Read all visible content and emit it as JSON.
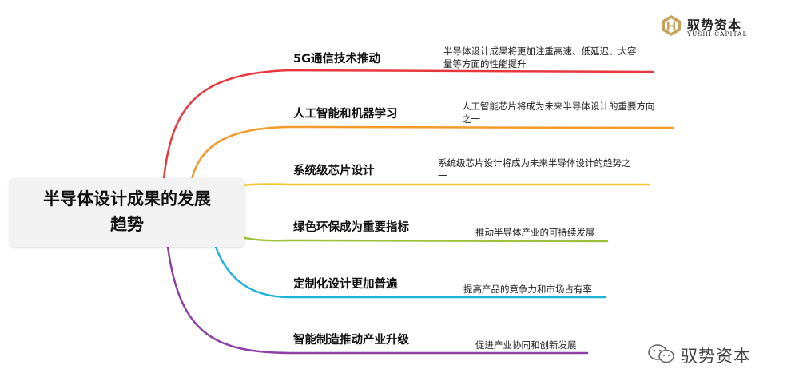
{
  "logo": {
    "name_cn": "驭势资本",
    "name_en": "YUSHI CAPITAL"
  },
  "center_topic": {
    "line1": "半导体设计成果的发展",
    "line2": "趋势"
  },
  "branches": [
    {
      "label": "5G通信技术推动",
      "desc": [
        "半导体设计成果将更加注重高速、低延迟、大容",
        "量等方面的性能提升"
      ],
      "color": "#e8383d"
    },
    {
      "label": "人工智能和机器学习",
      "desc": [
        "人工智能芯片将成为未来半导体设计的重要方向",
        "之一"
      ],
      "color": "#f39a2b"
    },
    {
      "label": "系统级芯片设计",
      "desc": [
        "系统级芯片设计将成为未来半导体设计的趋势之",
        "一"
      ],
      "color": "#f2c531"
    },
    {
      "label": "绿色环保成为重要指标",
      "desc": [
        "推动半导体产业的可持续发展"
      ],
      "color": "#9bc13a"
    },
    {
      "label": "定制化设计更加普遍",
      "desc": [
        "提高产品的竞争力和市场占有率"
      ],
      "color": "#1fb3d9"
    },
    {
      "label": "智能制造推动产业升级",
      "desc": [
        "促进产业协同和创新发展"
      ],
      "color": "#8e3fa6"
    }
  ],
  "watermark": {
    "text": "驭势资本",
    "icon": "wechat-icon"
  }
}
